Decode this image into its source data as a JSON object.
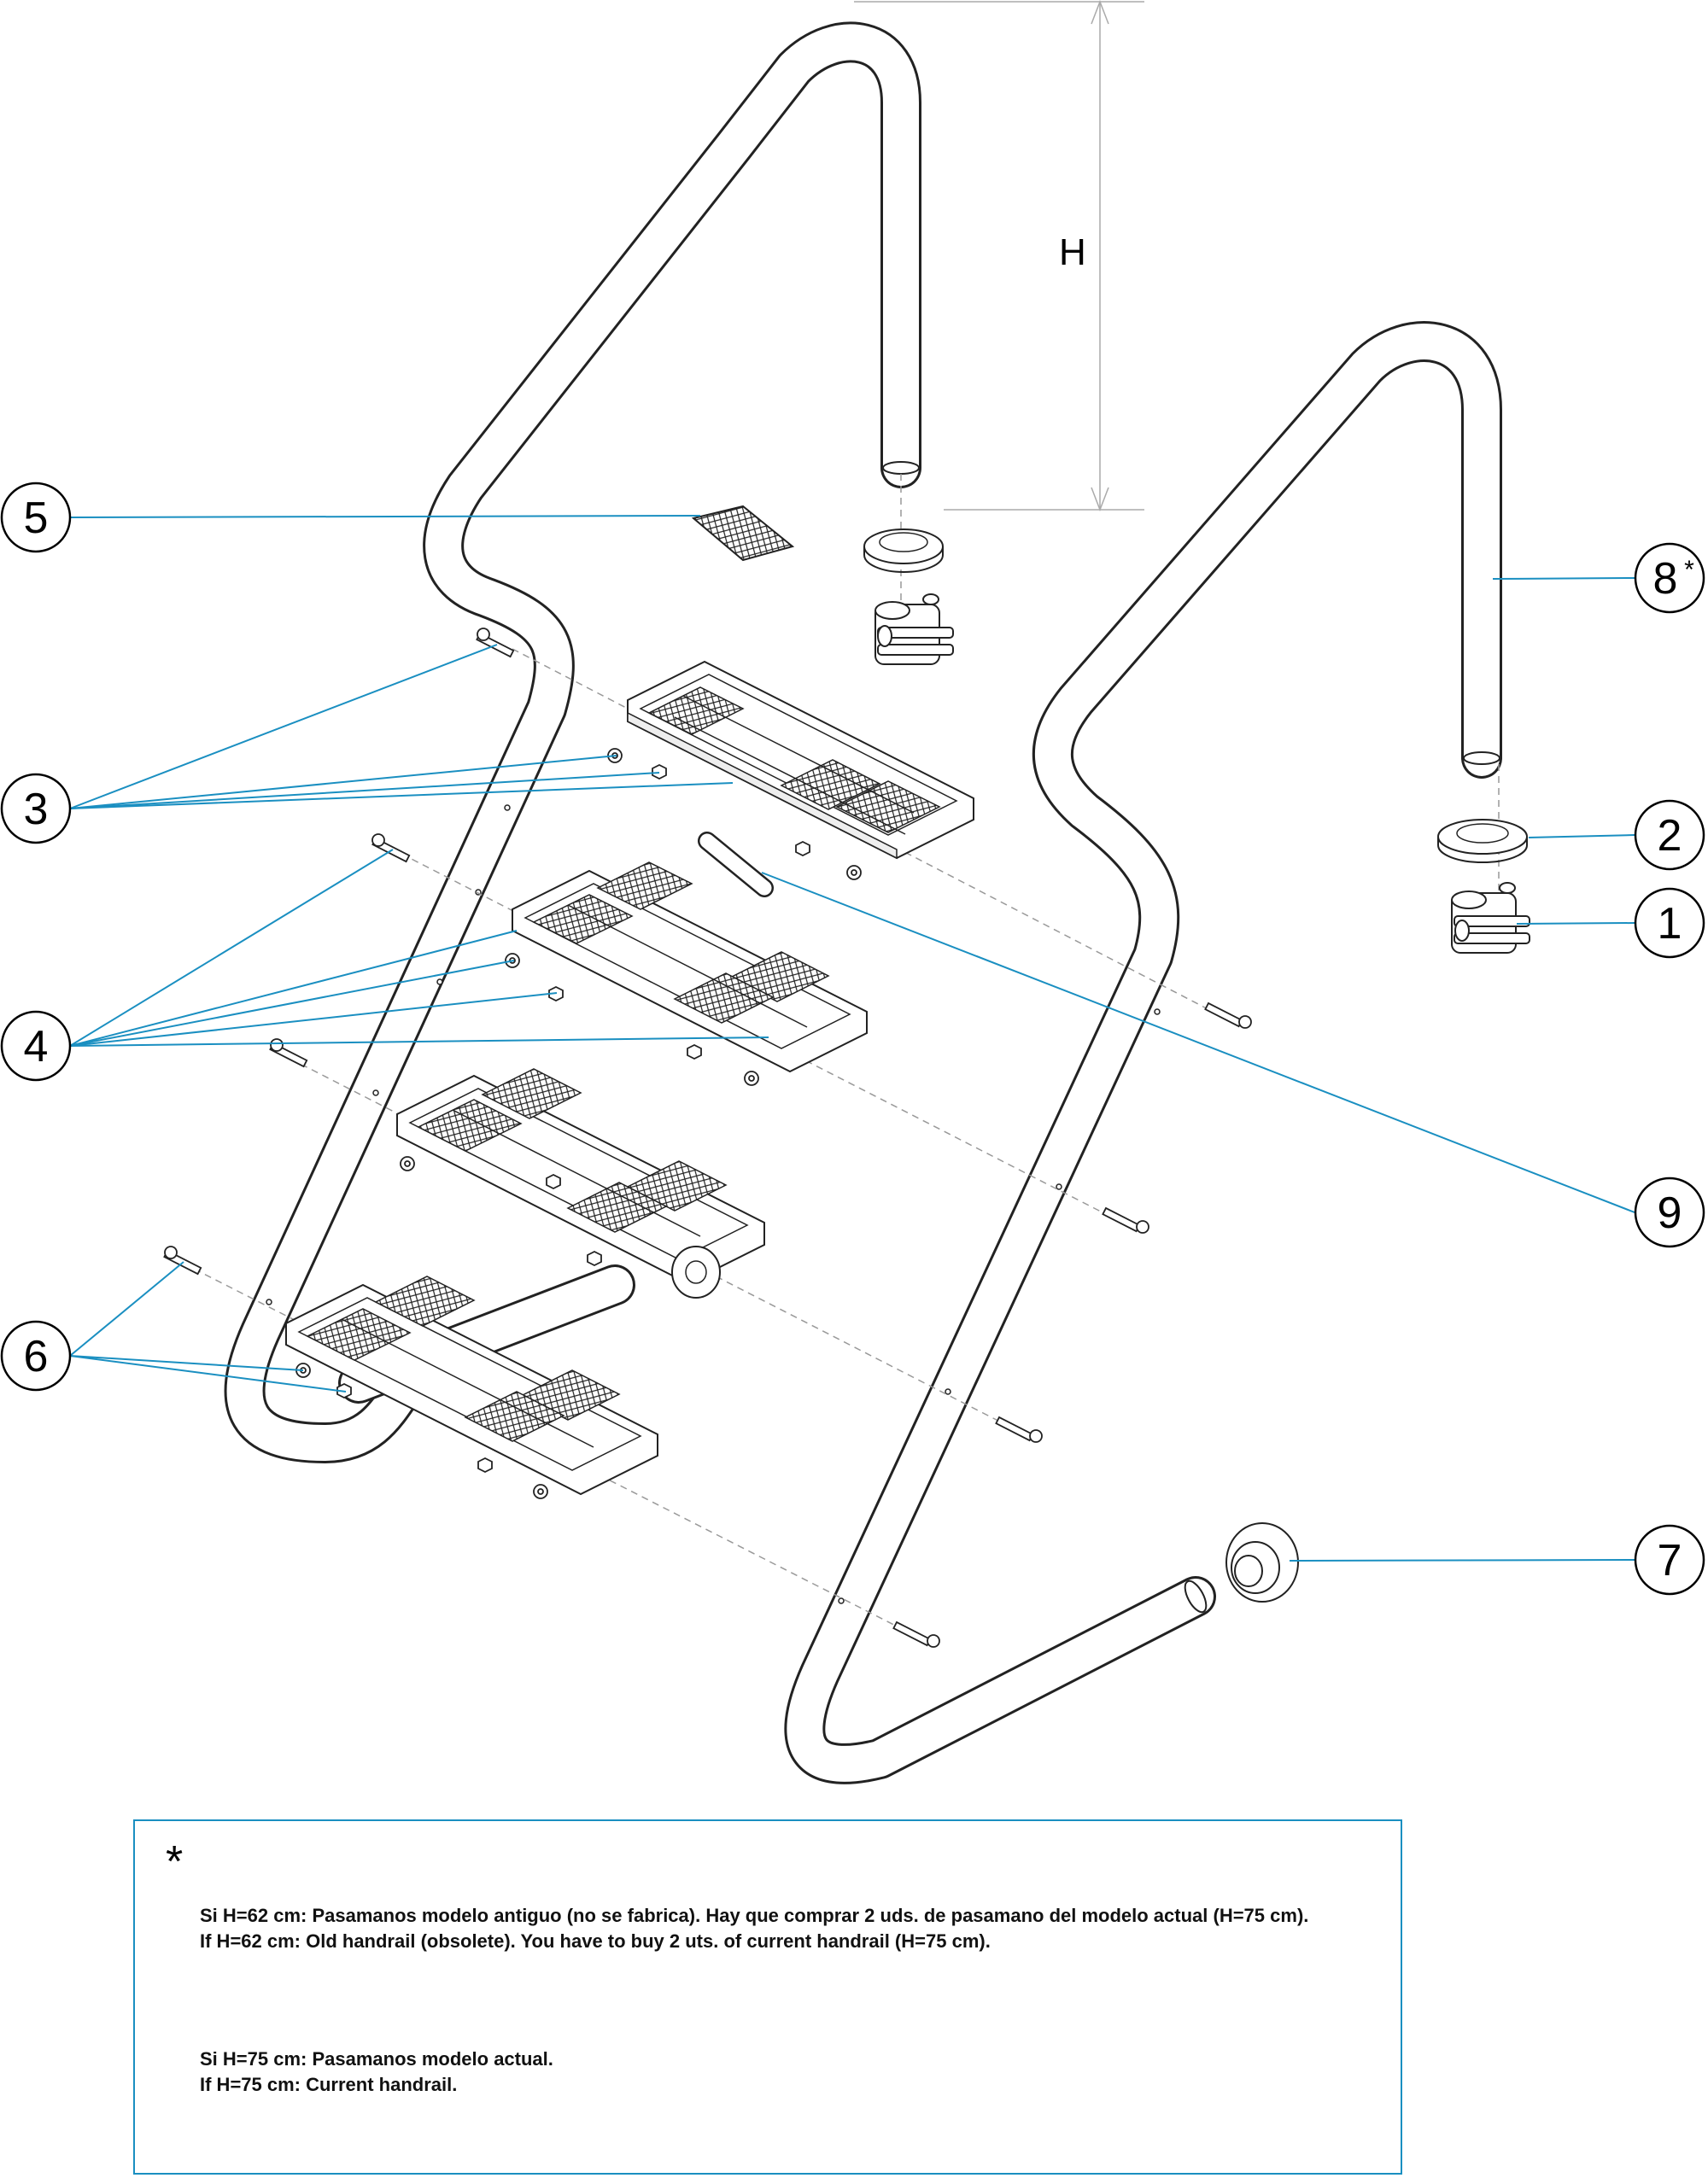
{
  "diagram": {
    "dimension_label": "H",
    "callouts": [
      {
        "num": "1",
        "sup": ""
      },
      {
        "num": "2",
        "sup": ""
      },
      {
        "num": "3",
        "sup": ""
      },
      {
        "num": "4",
        "sup": ""
      },
      {
        "num": "5",
        "sup": ""
      },
      {
        "num": "6",
        "sup": ""
      },
      {
        "num": "7",
        "sup": ""
      },
      {
        "num": "8",
        "sup": "*"
      },
      {
        "num": "9",
        "sup": ""
      }
    ],
    "colors": {
      "leader": "#1a8fc1",
      "line": "#222222",
      "dash": "#999999"
    }
  },
  "note": {
    "symbol": "*",
    "lines": [
      "Si H=62 cm: Pasamanos modelo antiguo (no se fabrica). Hay que comprar 2 uds. de pasamano del modelo actual (H=75 cm).",
      "If H=62 cm: Old handrail (obsolete). You have to buy 2 uts. of current handrail (H=75 cm).",
      "Si H=75 cm: Pasamanos modelo actual.",
      "If H=75 cm: Current handrail."
    ]
  }
}
